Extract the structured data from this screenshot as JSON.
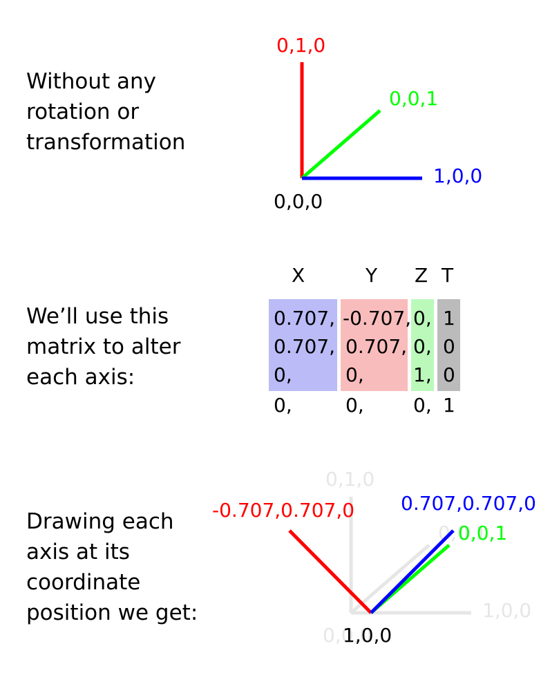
{
  "colors": {
    "y_axis": "#ff0000",
    "z_axis": "#00ff00",
    "x_axis": "#0000ff",
    "ghost": "#e6e6e6",
    "col_x_fill": "#bbbbf7",
    "col_y_fill": "#f9bcbc",
    "col_z_fill": "#bbf9bb",
    "col_t_fill": "#bbbbbb"
  },
  "section1": {
    "caption": [
      "Without any",
      "rotation or",
      "transformation"
    ],
    "labels": {
      "y": "0,1,0",
      "z": "0,0,1",
      "x": "1,0,0",
      "origin": "0,0,0"
    }
  },
  "section2": {
    "caption": [
      "We’ll use this",
      "matrix to alter",
      "each axis:"
    ],
    "headers": [
      "X",
      "Y",
      "Z",
      "T"
    ],
    "rows": [
      [
        "0.707,",
        "-0.707,",
        "0,",
        "1"
      ],
      [
        "0.707,",
        "0.707,",
        "0,",
        "0"
      ],
      [
        "0,",
        "0,",
        "1,",
        "0"
      ],
      [
        "0,",
        "0,",
        "0,",
        "1"
      ]
    ]
  },
  "section3": {
    "caption": [
      "Drawing each",
      "axis at its",
      "coordinate",
      "position we get:"
    ],
    "labels": {
      "ghost_y": "0,1,0",
      "ghost_z": "0,0,1",
      "ghost_x": "1,0,0",
      "ghost_origin": "0,0,0",
      "new_y": "-0.707,0.707,0",
      "new_x": "0.707,0.707,0",
      "new_z": "0,0,1",
      "new_origin": "1,0,0"
    }
  }
}
